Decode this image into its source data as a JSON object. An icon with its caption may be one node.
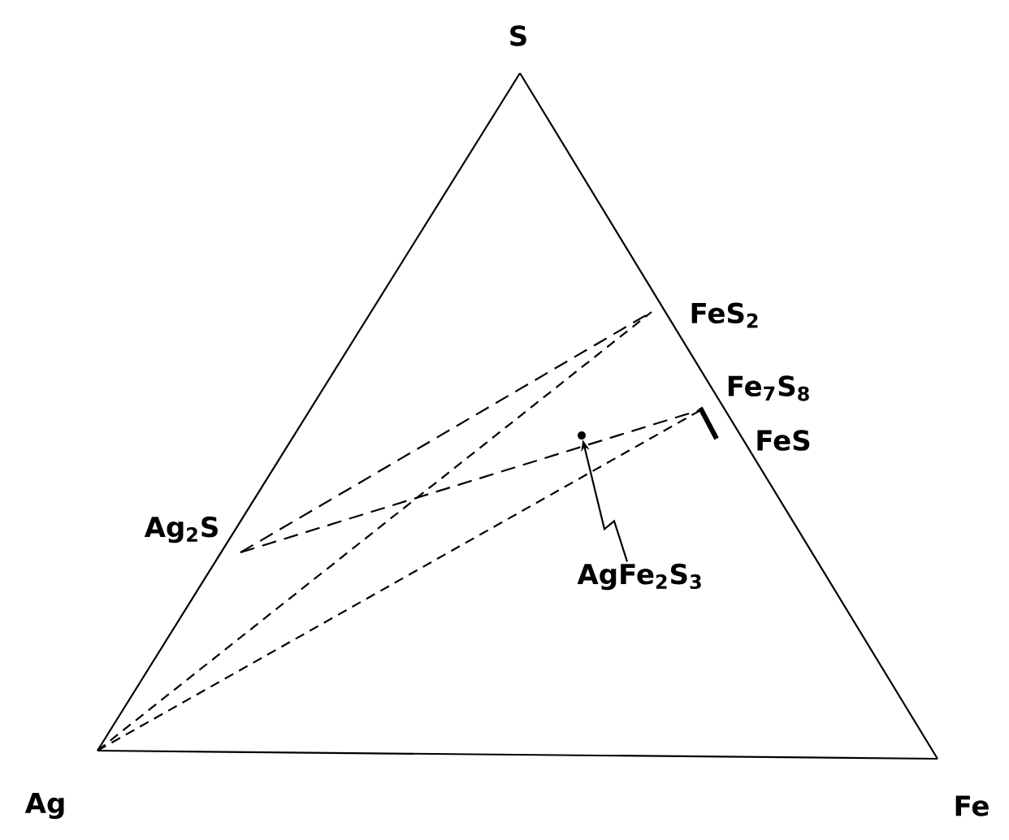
{
  "diagram": {
    "nodes": [
      {
        "text": [
          "S"
        ]
      },
      {
        "text": [
          "FeS$_{2}$"
        ]
      },
      {
        "text": [
          "Fe$_{7}$S$_{8}$"
        ]
      },
      {
        "text": [
          "FeS"
        ]
      },
      {
        "text": [
          "Ag$_{2}$S"
        ]
      },
      {
        "text": [],
        "shape": "circle"
      },
      {
        "text": [
          "AgFe$_{2}$S$_{3}$"
        ]
      },
      {
        "text": [
          "Ag"
        ]
      },
      {
        "text": [
          "Fe"
        ]
      }
    ],
    "edges": [
      {
        "from": 0,
        "to": 7,
        "arrow": "none"
      },
      {
        "from": 0,
        "to": 8,
        "arrow": "none"
      },
      {
        "from": 7,
        "to": 8,
        "arrow": "none"
      },
      {
        "from": 4,
        "to": 1,
        "arrow": "none",
        "style": "dashed"
      },
      {
        "from": 4,
        "to": 2,
        "arrow": "none",
        "style": "dashed"
      },
      {
        "from": 7,
        "to": 1,
        "arrow": "none",
        "style": "dashed"
      },
      {
        "from": 7,
        "to": 2,
        "arrow": "none",
        "style": "dashed"
      },
      {
        "from": 6,
        "to": 5,
        "arrow": "to"
      }
    ]
  }
}
